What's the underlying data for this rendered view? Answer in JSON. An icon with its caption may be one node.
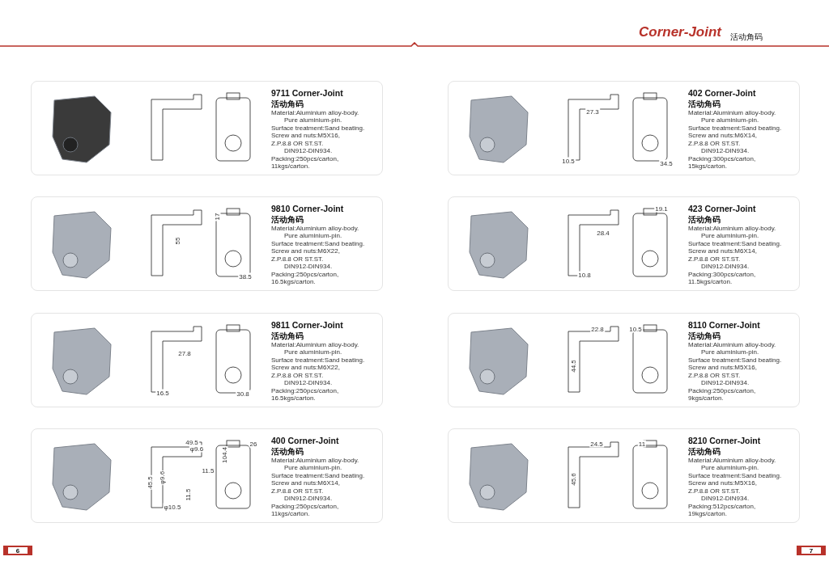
{
  "diagram": {
    "title": "Corner-Joint",
    "nodes": [
      {
        "text": [
          "9711 Corner-Joint",
          "活动角码",
          "Material:Aluminium alloy-body.",
          "Pure aluminium-pin.",
          "Surface treatment:Sand beating.",
          "Screw and nuts:M5X16,",
          "Z.P.8.8 OR ST.ST.",
          "DIN912-DIN934.",
          "Packing:250pcs/carton,",
          "11kgs/carton."
        ]
      },
      {
        "text": [
          "9810 Corner-Joint",
          "活动角码",
          "Material:Aluminium alloy-body.",
          "Pure aluminium-pin.",
          "Surface treatment:Sand beating.",
          "Screw and nuts:M6X22,",
          "Z.P.8.8 OR ST.ST.",
          "DIN912-DIN934.",
          "Packing:250pcs/carton,",
          "16.5kgs/carton."
        ]
      },
      {
        "text": [
          "9811 Corner-Joint",
          "活动角码",
          "Material:Aluminium alloy-body.",
          "Pure aluminium-pin.",
          "Surface treatment:Sand beating.",
          "Screw and nuts:M6X22,",
          "Z.P.8.8 OR ST.ST.",
          "DIN912-DIN934.",
          "Packing:250pcs/carton,",
          "16.5kgs/carton."
        ]
      },
      {
        "text": [
          "400 Corner-Joint",
          "活动角码",
          "Material:Aluminium alloy-body.",
          "Pure aluminium-pin.",
          "Surface treatment:Sand beating.",
          "Screw and nuts:M6X14,",
          "Z.P.8.8 OR ST.ST.",
          "DIN912-DIN934.",
          "Packing:250pcs/carton,",
          "11kgs/carton."
        ]
      },
      {
        "text": [
          "402 Corner-Joint",
          "活动角码",
          "Material:Aluminium alloy-body.",
          "Pure aluminium-pin.",
          "Surface treatment:Sand beating.",
          "Screw and nuts:M6X14,",
          "Z.P.8.8 OR ST.ST.",
          "DIN912-DIN934.",
          "Packing:300pcs/carton,",
          "15kgs/carton."
        ]
      },
      {
        "text": [
          "423 Corner-Joint",
          "活动角码",
          "Material:Aluminium alloy-body.",
          "Pure aluminium-pin.",
          "Surface treatment:Sand beating.",
          "Screw and nuts:M6X14,",
          "Z.P.8.8 OR ST.ST.",
          "DIN912-DIN934.",
          "Packing:300pcs/carton,",
          "11.5kgs/carton."
        ]
      },
      {
        "text": [
          "8110 Corner-Joint",
          "活动角码",
          "Material:Aluminium alloy-body.",
          "Pure aluminium-pin.",
          "Surface treatment:Sand beating.",
          "Screw and nuts:M5X16,",
          "Z.P.8.8 OR ST.ST.",
          "DIN912-DIN934.",
          "Packing:250pcs/carton,",
          "9kgs/carton."
        ]
      },
      {
        "text": [
          "8210 Corner-Joint",
          "活动角码",
          "Material:Aluminium alloy-body.",
          "Pure aluminium-pin.",
          "Surface treatment:Sand beating.",
          "Screw and nuts:M5X16,",
          "Z.P.8.8 OR ST.ST.",
          "DIN912-DIN934.",
          "Packing:512pcs/carton,",
          "19kgs/carton."
        ]
      }
    ],
    "labels": [
      "活动角码",
      "17",
      "55",
      "38.5",
      "27.8",
      "16.5",
      "30.8",
      "49.5",
      "φ9.6",
      "104.4",
      "11.5",
      "45.5",
      "φ9.6",
      "11.5",
      "φ10.5",
      "26",
      "27.3",
      "10.5",
      "34.5",
      "19.1",
      "28.4",
      "10.8",
      "22.8",
      "10.5",
      "44.5",
      "24.5",
      "11",
      "45.6",
      "6",
      "7"
    ]
  }
}
